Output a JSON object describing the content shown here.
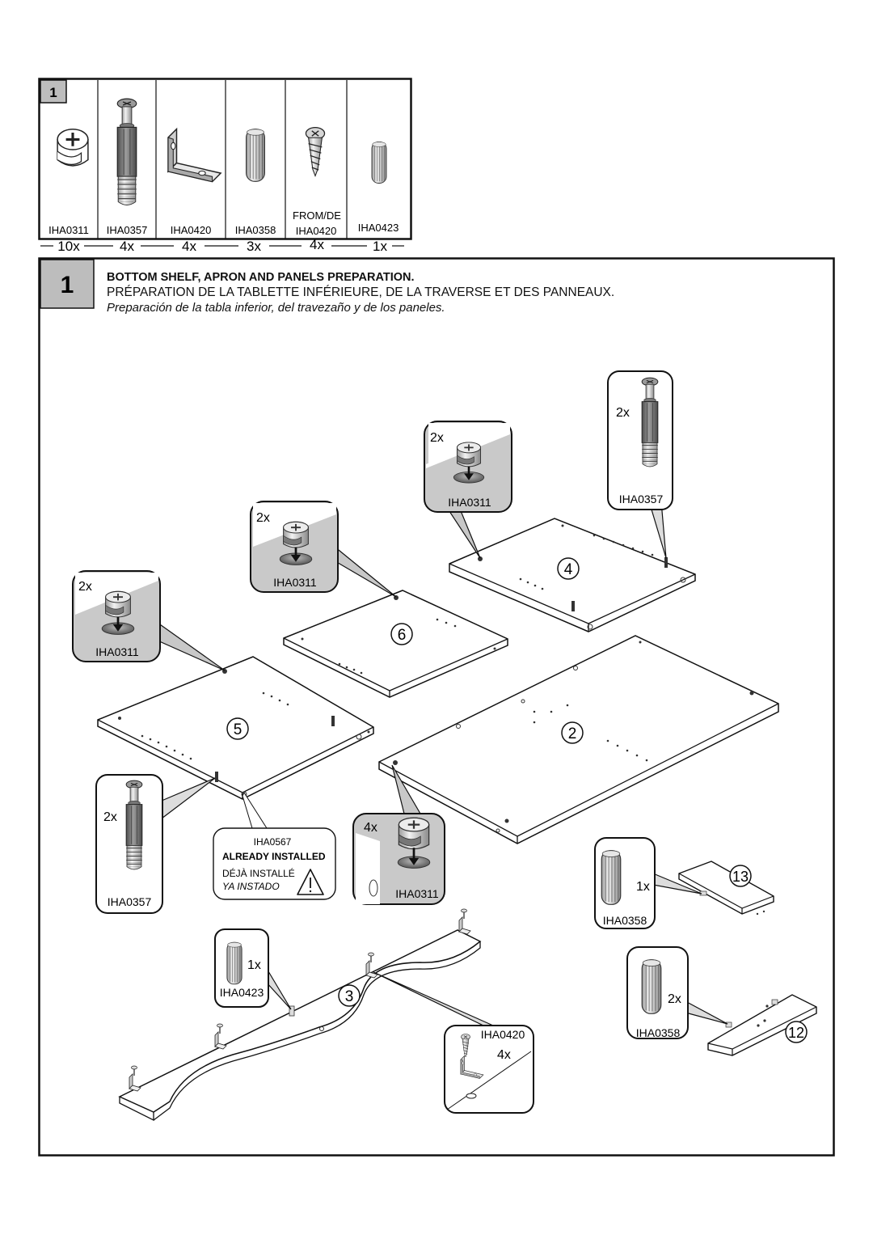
{
  "parts_table": {
    "step": "1",
    "parts": [
      {
        "code": "IHA0311",
        "qty": "10x"
      },
      {
        "code": "IHA0357",
        "qty": "4x"
      },
      {
        "code": "IHA0420",
        "qty": "4x"
      },
      {
        "code": "IHA0358",
        "qty": "3x"
      },
      {
        "code": "IHA0420",
        "prefix": "FROM/DE",
        "qty": "4x"
      },
      {
        "code": "IHA0423",
        "qty": "1x"
      }
    ]
  },
  "step": {
    "number": "1",
    "title_en": "BOTTOM SHELF, APRON AND PANELS PREPARATION.",
    "title_fr": "PRÉPARATION DE LA TABLETTE INFÉRIEURE, DE LA TRAVERSE ET DES PANNEAUX.",
    "title_es": "Preparación de la tabla inferior, del travezaño y de los paneles."
  },
  "panels": {
    "p2": "2",
    "p3": "3",
    "p4": "4",
    "p5": "5",
    "p6": "6",
    "p12": "12",
    "p13": "13"
  },
  "callouts": {
    "c4_cam": {
      "qty": "2x",
      "code": "IHA0311"
    },
    "c4_bolt": {
      "qty": "2x",
      "code": "IHA0357"
    },
    "c6_cam": {
      "qty": "2x",
      "code": "IHA0311"
    },
    "c5_cam": {
      "qty": "2x",
      "code": "IHA0311"
    },
    "c5_bolt": {
      "qty": "2x",
      "code": "IHA0357"
    },
    "c2_cam": {
      "qty": "4x",
      "code": "IHA0311"
    },
    "c13_dowel": {
      "qty": "1x",
      "code": "IHA0358"
    },
    "c12_dowel": {
      "qty": "2x",
      "code": "IHA0358"
    },
    "c3_dowel": {
      "qty": "1x",
      "code": "IHA0423"
    },
    "c3_bracket": {
      "qty": "4x",
      "code": "IHA0420"
    }
  },
  "notice": {
    "code": "IHA0567",
    "en": "ALREADY INSTALLED",
    "fr": "DÉJÀ INSTALLÉ",
    "es": "YA INSTADO"
  }
}
